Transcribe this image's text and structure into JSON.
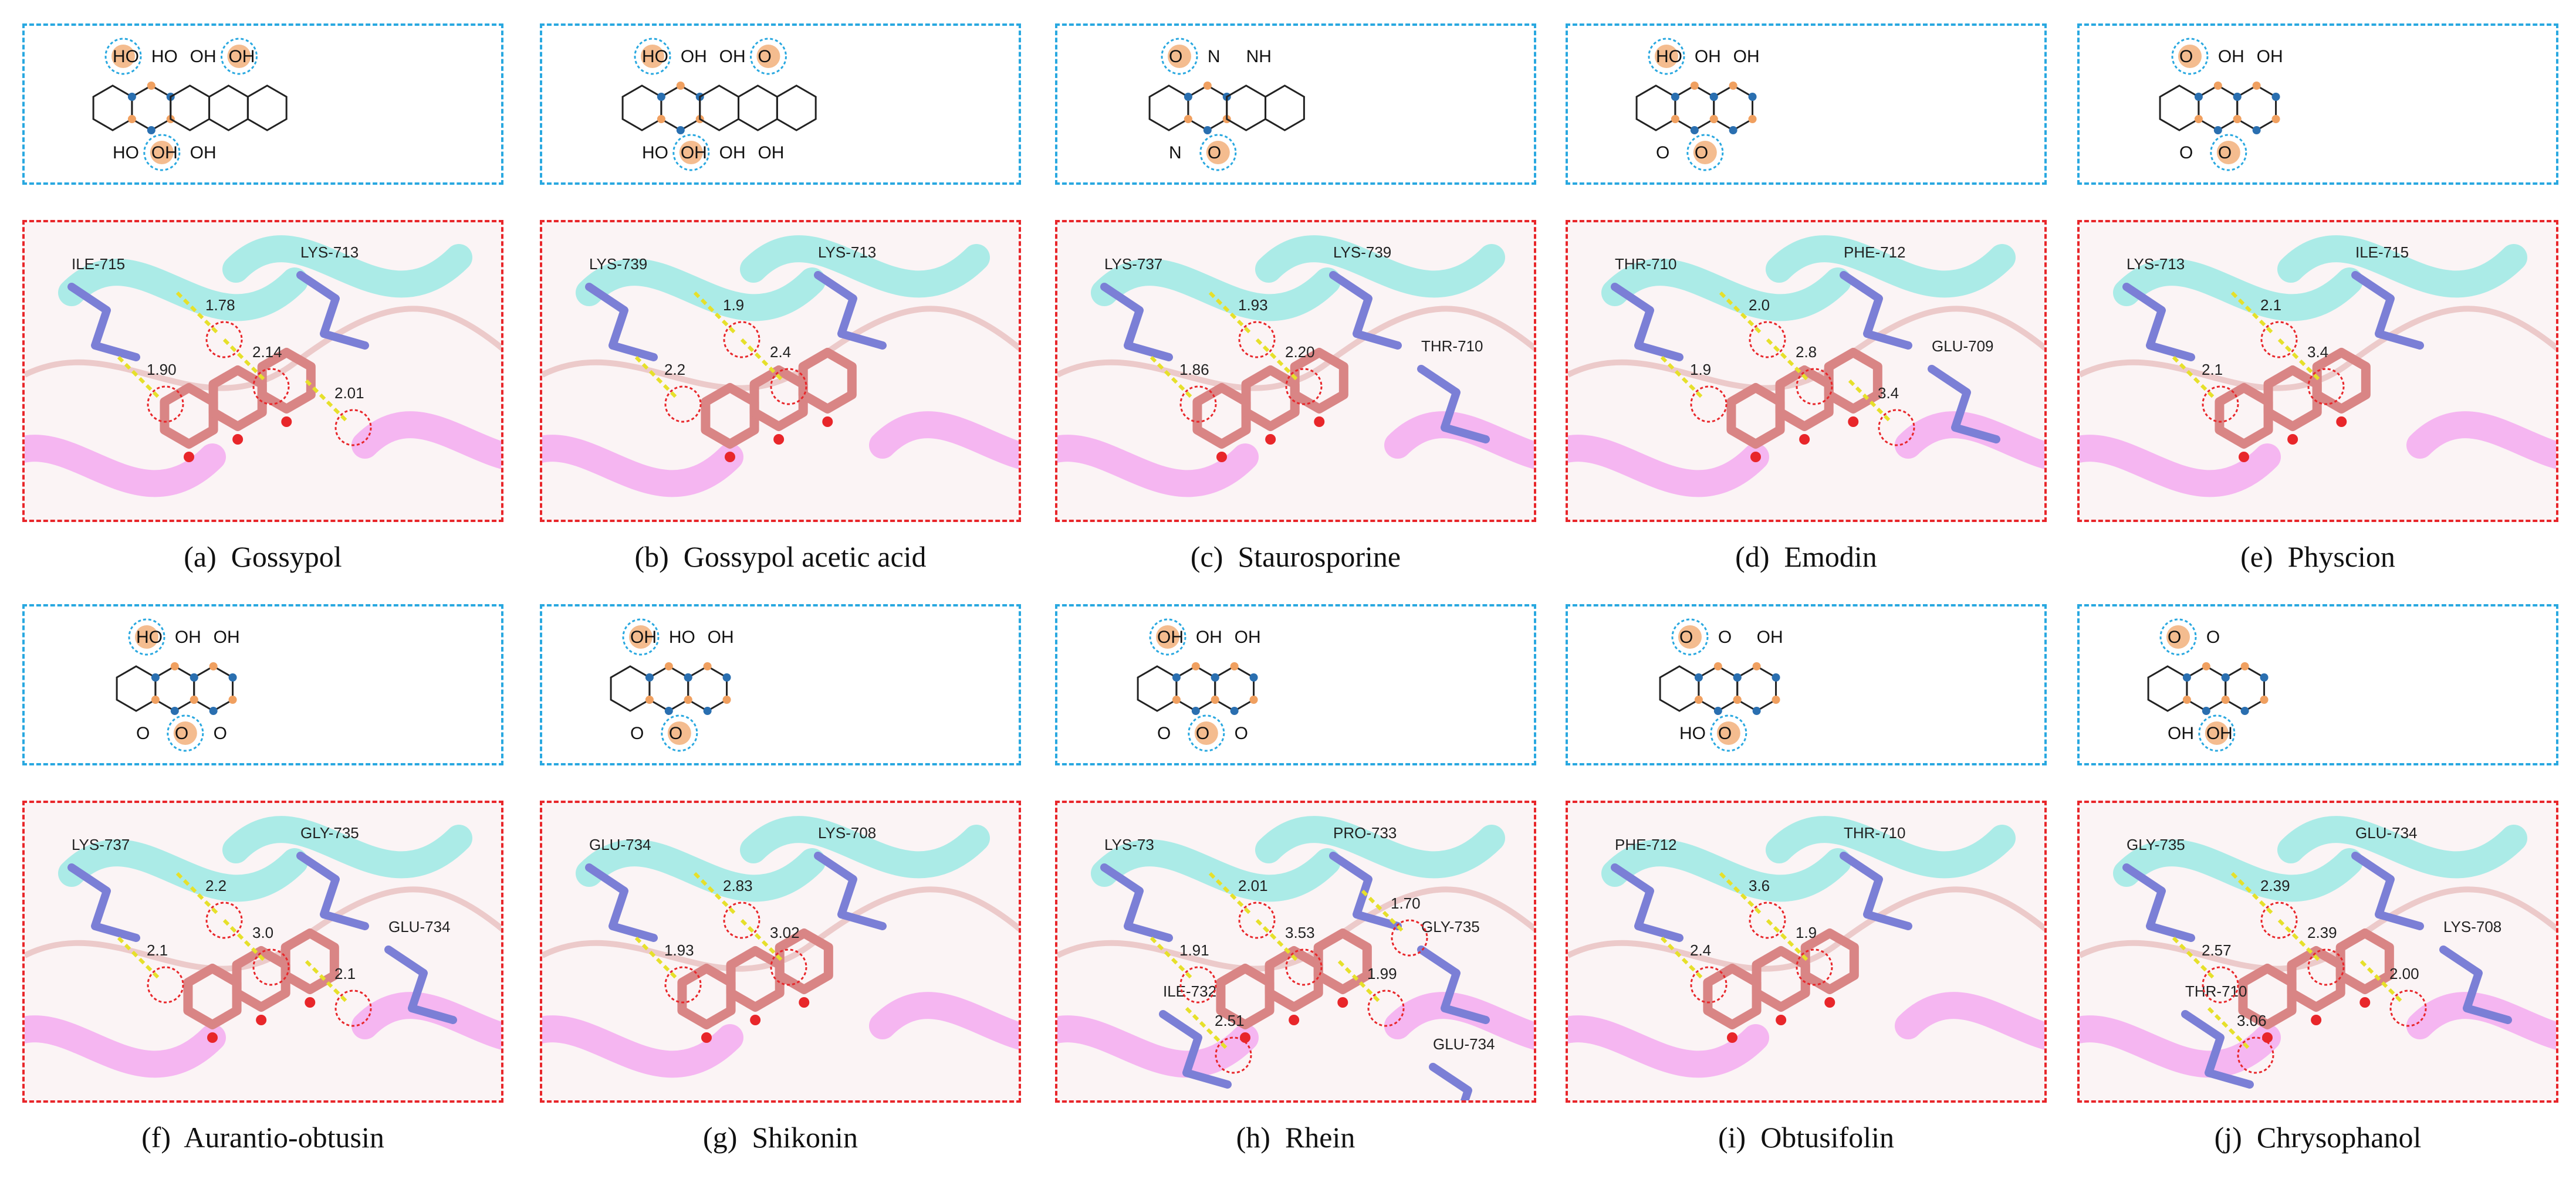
{
  "panels": [
    {
      "letter": "(a)",
      "name": "Gossypol",
      "chem_labels": [
        "HO",
        "HO",
        "HO",
        "OH",
        "OH",
        "OH",
        "OH"
      ],
      "residues": [
        "ILE-715",
        "LYS-713"
      ],
      "distances": [
        "1.78",
        "2.14",
        "1.90",
        "2.01"
      ]
    },
    {
      "letter": "(b)",
      "name": "Gossypol acetic acid",
      "chem_labels": [
        "HO",
        "HO",
        "OH",
        "OH",
        "OH",
        "OH",
        "O",
        "OH"
      ],
      "residues": [
        "LYS-739",
        "LYS-713"
      ],
      "distances": [
        "1.9",
        "2.4",
        "2.2"
      ]
    },
    {
      "letter": "(c)",
      "name": "Staurosporine",
      "chem_labels": [
        "O",
        "N",
        "N",
        "O",
        "NH"
      ],
      "residues": [
        "LYS-737",
        "LYS-739",
        "THR-710"
      ],
      "distances": [
        "1.93",
        "2.20",
        "1.86"
      ]
    },
    {
      "letter": "(d)",
      "name": "Emodin",
      "chem_labels": [
        "HO",
        "O",
        "OH",
        "O",
        "OH"
      ],
      "residues": [
        "THR-710",
        "PHE-712",
        "GLU-709"
      ],
      "distances": [
        "2.0",
        "2.8",
        "1.9",
        "3.4"
      ]
    },
    {
      "letter": "(e)",
      "name": "Physcion",
      "chem_labels": [
        "O",
        "O",
        "OH",
        "O",
        "OH"
      ],
      "residues": [
        "LYS-713",
        "ILE-715"
      ],
      "distances": [
        "2.1",
        "3.4",
        "2.1"
      ]
    },
    {
      "letter": "(f)",
      "name": "Aurantio-obtusin",
      "chem_labels": [
        "HO",
        "O",
        "OH",
        "O",
        "OH",
        "O"
      ],
      "residues": [
        "LYS-737",
        "GLY-735",
        "GLU-734"
      ],
      "distances": [
        "2.2",
        "3.0",
        "2.1",
        "2.1"
      ]
    },
    {
      "letter": "(g)",
      "name": "Shikonin",
      "chem_labels": [
        "OH",
        "O",
        "HO",
        "O",
        "OH"
      ],
      "residues": [
        "GLU-734",
        "LYS-708"
      ],
      "distances": [
        "2.83",
        "3.02",
        "1.93"
      ]
    },
    {
      "letter": "(h)",
      "name": "Rhein",
      "chem_labels": [
        "OH",
        "O",
        "OH",
        "O",
        "OH",
        "O"
      ],
      "residues": [
        "LYS-73",
        "PRO-733",
        "GLY-735",
        "ILE-732",
        "GLU-734"
      ],
      "distances": [
        "2.01",
        "3.53",
        "1.91",
        "1.99",
        "2.51",
        "1.70"
      ]
    },
    {
      "letter": "(i)",
      "name": "Obtusifolin",
      "chem_labels": [
        "O",
        "HO",
        "O",
        "O",
        "OH"
      ],
      "residues": [
        "PHE-712",
        "THR-710"
      ],
      "distances": [
        "3.6",
        "1.9",
        "2.4"
      ]
    },
    {
      "letter": "(j)",
      "name": "Chrysophanol",
      "chem_labels": [
        "O",
        "OH",
        "O",
        "OH"
      ],
      "residues": [
        "GLY-735",
        "GLU-734",
        "LYS-708",
        "THR-710"
      ],
      "distances": [
        "2.39",
        "2.39",
        "2.57",
        "2.00",
        "3.06"
      ]
    }
  ],
  "colors": {
    "chem_border": "#29a8e0",
    "dock_border": "#e8262a",
    "ligand": "#d98585",
    "ligand_dark": "#a85a5a",
    "residue": "#7b7fd6",
    "oxygen": "#e8262a",
    "hbond": "#e6e02a",
    "highlight_orange": "#f0a060",
    "highlight_blue": "#2a6fb0",
    "helix_cyan": "#49e0d8",
    "sheet_magenta": "#ee6aee"
  }
}
